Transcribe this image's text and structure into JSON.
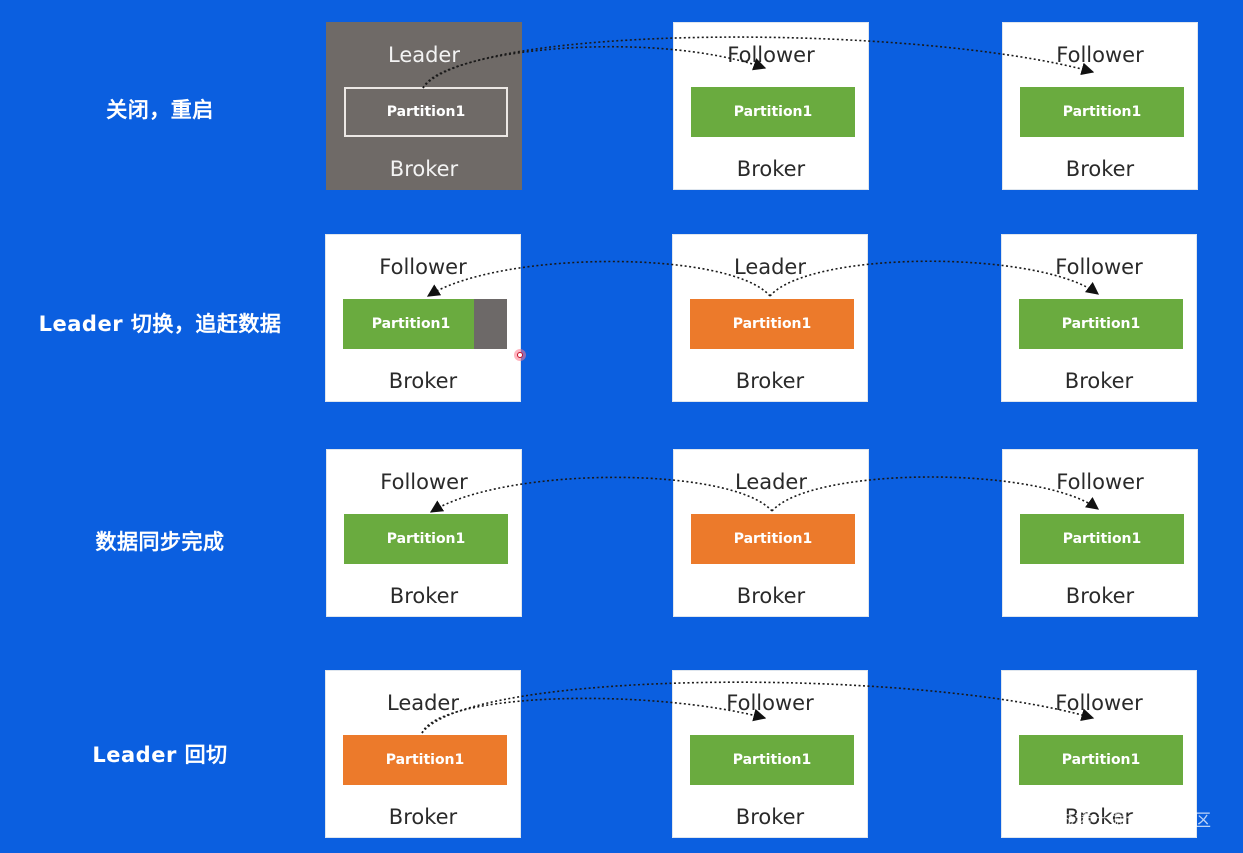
{
  "rows": [
    {
      "label": "关闭，重启",
      "brokers": [
        {
          "role": "Leader",
          "partition": "Partition1",
          "name": "Broker",
          "state": "down"
        },
        {
          "role": "Follower",
          "partition": "Partition1",
          "name": "Broker",
          "state": "follower"
        },
        {
          "role": "Follower",
          "partition": "Partition1",
          "name": "Broker",
          "state": "follower"
        }
      ]
    },
    {
      "label": "Leader 切换，追赶数据",
      "brokers": [
        {
          "role": "Follower",
          "partition": "Partition1",
          "name": "Broker",
          "state": "catching-up"
        },
        {
          "role": "Leader",
          "partition": "Partition1",
          "name": "Broker",
          "state": "leader"
        },
        {
          "role": "Follower",
          "partition": "Partition1",
          "name": "Broker",
          "state": "follower"
        }
      ]
    },
    {
      "label": "数据同步完成",
      "brokers": [
        {
          "role": "Follower",
          "partition": "Partition1",
          "name": "Broker",
          "state": "follower"
        },
        {
          "role": "Leader",
          "partition": "Partition1",
          "name": "Broker",
          "state": "leader"
        },
        {
          "role": "Follower",
          "partition": "Partition1",
          "name": "Broker",
          "state": "follower"
        }
      ]
    },
    {
      "label": "Leader 回切",
      "brokers": [
        {
          "role": "Leader",
          "partition": "Partition1",
          "name": "Broker",
          "state": "leader"
        },
        {
          "role": "Follower",
          "partition": "Partition1",
          "name": "Broker",
          "state": "follower"
        },
        {
          "role": "Follower",
          "partition": "Partition1",
          "name": "Broker",
          "state": "follower"
        }
      ]
    }
  ],
  "watermark": "@稀土掘金技术社区",
  "colors": {
    "background": "#0b5fe0",
    "leader_partition": "#ec7a2b",
    "follower_partition": "#6aab3f",
    "offline_broker": "#6f6a67"
  }
}
